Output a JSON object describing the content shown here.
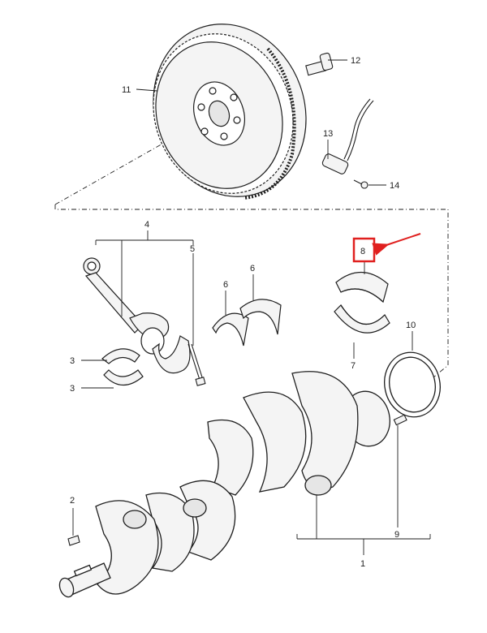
{
  "colors": {
    "ink": "#1e1e1e",
    "part_fill": "#f4f4f4",
    "part_shade": "#c9c9c9",
    "highlight": "#e0201f",
    "background": "#ffffff"
  },
  "labels": {
    "l1": "1",
    "l2": "2",
    "l3a": "3",
    "l3b": "3",
    "l4": "4",
    "l5": "5",
    "l6a": "6",
    "l6b": "6",
    "l7": "7",
    "l8": "8",
    "l9": "9",
    "l10": "10",
    "l11": "11",
    "l12": "12",
    "l13": "13",
    "l14": "14"
  },
  "highlighted_part": "8"
}
